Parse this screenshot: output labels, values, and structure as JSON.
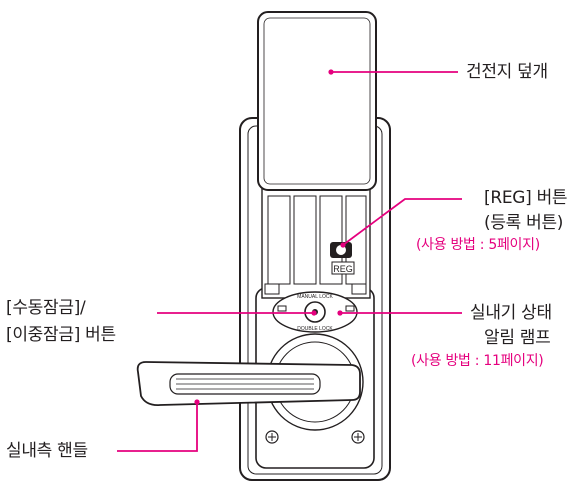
{
  "labels": {
    "battery_cover": "건전지 덮개",
    "reg_button_line1": "[REG] 버튼",
    "reg_button_line2": "(등록 버튼)",
    "reg_button_ref": "(사용 방법 : 5페이지)",
    "lock_button_line1": "[수동잠금]/",
    "lock_button_line2": "[이중잠금] 버튼",
    "status_lamp_line1": "실내기 상태",
    "status_lamp_line2": "알림 램프",
    "status_lamp_ref": "(사용 방법 : 11페이지)",
    "inner_handle": "실내측 핸들"
  },
  "device_marks": {
    "reg_tag": "REG",
    "manual_lock_arc": "MANUAL LOCK",
    "double_lock_arc": "DOUBLE LOCK"
  },
  "colors": {
    "leader": "#e5007e",
    "reference_text": "#e5007e",
    "outline": "#231f20",
    "body_fill": "#ffffff"
  }
}
